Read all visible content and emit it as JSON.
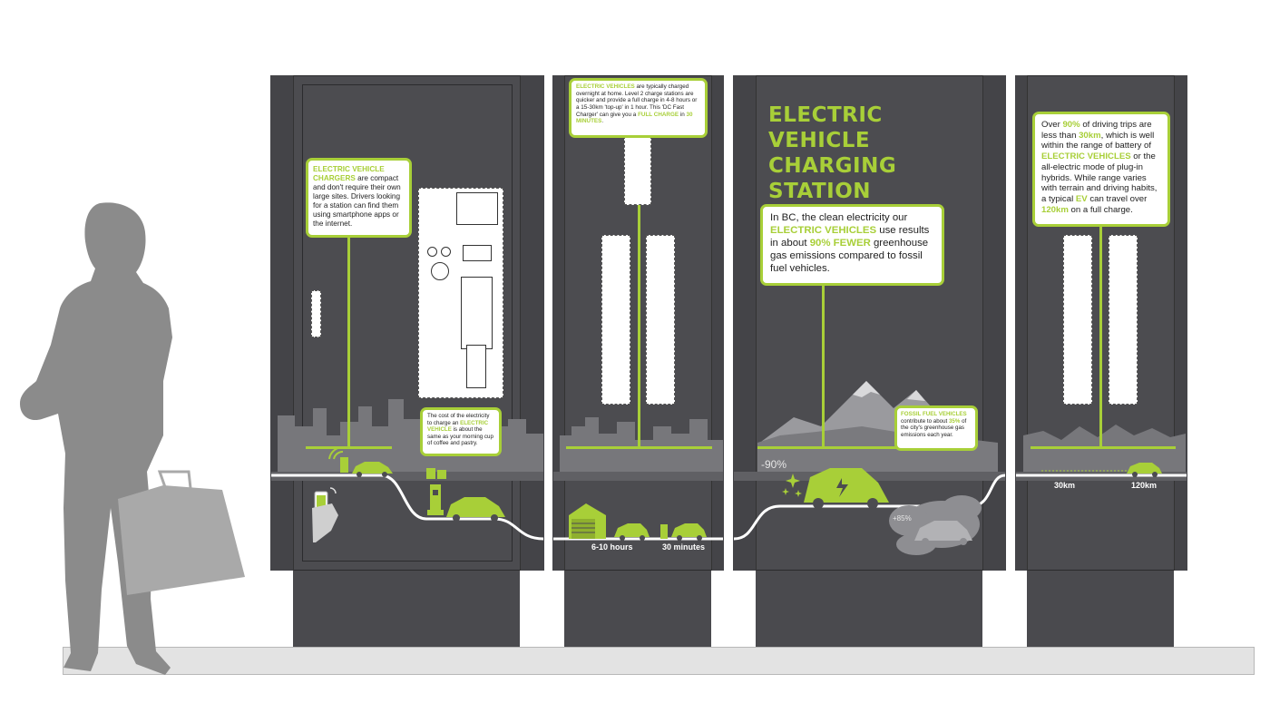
{
  "title": [
    "ELECTRIC VEHICLE",
    "CHARGING STATION"
  ],
  "callouts": {
    "chargers": {
      "highlight": "ELECTRIC VEHICLE CHARGERS",
      "text": " are compact and don't require their own large sites. Drivers looking for a station can find them using smartphone apps or the internet."
    },
    "cost": {
      "pre": "The cost of the electricity to charge an ",
      "highlight": "ELECTRIC VEHICLE",
      "post": " is about the same as your morning cup of coffee and pastry."
    },
    "overnight": {
      "highlight": "ELECTRIC VEHICLES",
      "text": " are typically charged overnight at home. Level 2 charge stations are quicker and provide a full charge in 4-8 hours or a 15-30km 'top-up' in 1 hour. This 'DC Fast Charger' can give you a ",
      "highlight2": "FULL CHARGE",
      "mid": " in ",
      "highlight3": "30 MINUTES",
      "end": "."
    },
    "bc": {
      "pre": "In BC, the clean electricity our ",
      "highlight": "ELECTRIC VEHICLES",
      "mid": " use results in about ",
      "highlight2": "90% FEWER",
      "post": " greenhouse gas emissions compared to fossil fuel vehicles."
    },
    "fossil": {
      "highlight": "FOSSIL FUEL VEHICLES",
      "pre": " contribute to about ",
      "highlight2": "35%",
      "post": " of the city's greenhouse gas emissions each year."
    },
    "trips": {
      "p1": "Over ",
      "h1": "90%",
      "p2": " of driving trips are less than ",
      "h2": "30km",
      "p3": ", which is well within the range of battery of ",
      "h3": "ELECTRIC VEHICLES",
      "p4": " or the all-electric mode of plug-in hybrids. While range varies with terrain and driving habits, a typical ",
      "h4": "EV",
      "p5": " can travel over ",
      "h5": "120km",
      "p6": " on a full charge."
    }
  },
  "labels": {
    "time_slow": "6-10 hours",
    "time_fast": "30 minutes",
    "minus90": "-90%",
    "plus85": "+85%",
    "range_30": "30km",
    "range_120": "120km"
  },
  "colors": {
    "accent": "#a8cf38",
    "tower": "#4c4c50",
    "silhouette": "#8a8a8a"
  }
}
